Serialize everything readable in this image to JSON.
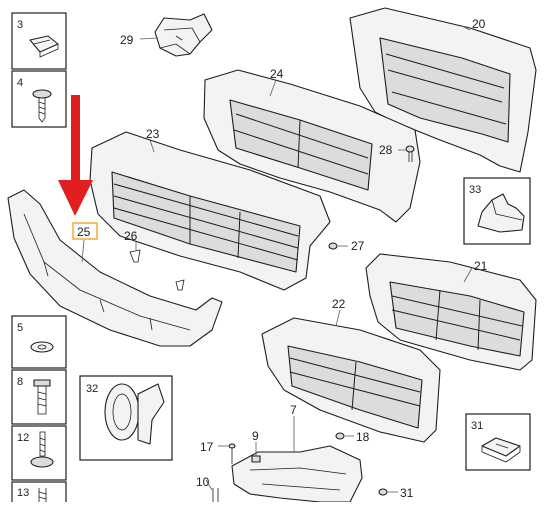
{
  "callouts": {
    "c3": "3",
    "c4": "4",
    "c5": "5",
    "c7": "7",
    "c8": "8",
    "c9": "9",
    "c10": "10",
    "c12": "12",
    "c13": "13",
    "c17": "17",
    "c18": "18",
    "c20": "20",
    "c21": "21",
    "c22": "22",
    "c23": "23",
    "c24": "24",
    "c25": "25",
    "c26": "26",
    "c27": "27",
    "c28": "28",
    "c29": "29",
    "c31a": "31",
    "c31b": "31",
    "c32": "32",
    "c33": "33"
  },
  "highlight": {
    "part": "25",
    "color": "#f5a623"
  },
  "arrow": {
    "color": "#e02020",
    "points_to": "25"
  }
}
